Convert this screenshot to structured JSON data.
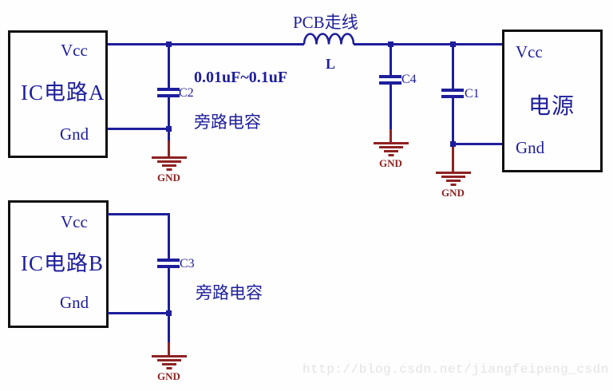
{
  "colors": {
    "wire_and_text_blue": "#1e1e9c",
    "ground_red": "#8e2222",
    "box_border_black": "#101010",
    "background": "#fefefe",
    "watermark_gray": "#e3e3e3"
  },
  "blocks": {
    "ic_a": {
      "title": "IC电路A",
      "vcc_pin": "Vcc",
      "gnd_pin": "Gnd"
    },
    "ic_b": {
      "title": "IC电路B",
      "vcc_pin": "Vcc",
      "gnd_pin": "Gnd"
    },
    "power": {
      "title": "电源",
      "vcc_pin": "Vcc",
      "gnd_pin": "Gnd"
    }
  },
  "labels": {
    "pcb_trace": "PCB走线",
    "inductor": "L",
    "cap_value_range": "0.01uF~0.1uF",
    "bypass_cap_top": "旁路电容",
    "bypass_cap_bottom": "旁路电容",
    "c1": "C1",
    "c2": "C2",
    "c3": "C3",
    "c4": "C4",
    "gnd": "GND"
  },
  "watermark": {
    "text": "http://blog.csdn.net/jiangfeipeng_csdn"
  }
}
